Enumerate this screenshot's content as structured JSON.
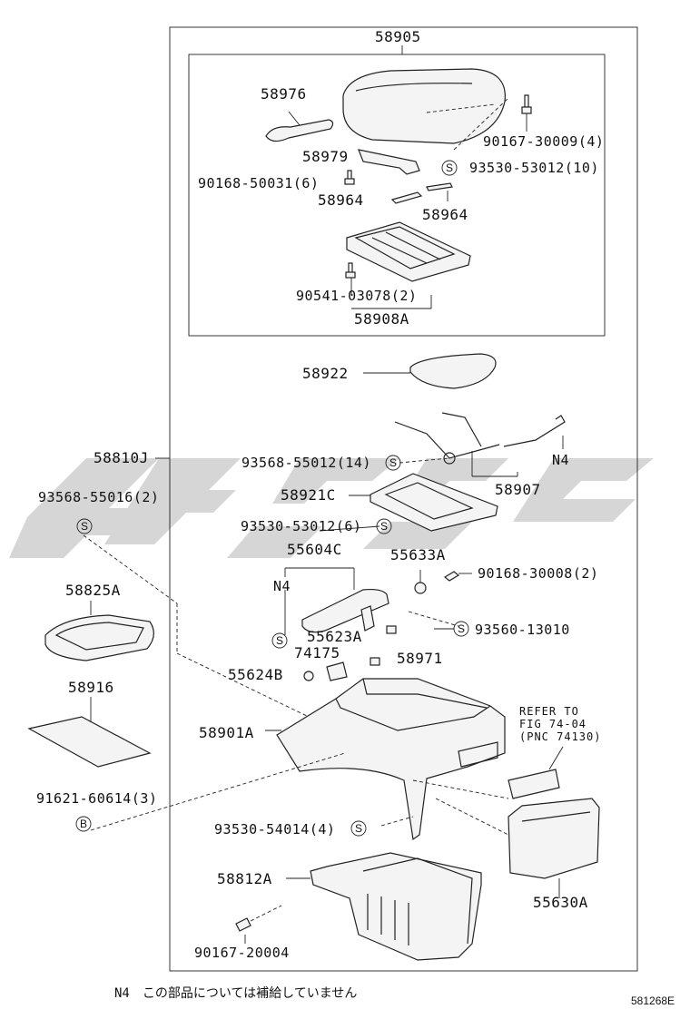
{
  "diagram": {
    "main_labels": {
      "p58905": "58905",
      "p58976": "58976",
      "p58979": "58979",
      "p90167_30009": "90167-30009(4)",
      "p93530_53012_10": "93530-53012(10)",
      "p90168_50031": "90168-50031(6)",
      "p58964_a": "58964",
      "p58964_b": "58964",
      "p90541": "90541-03078(2)",
      "p58908A": "58908A",
      "p58922": "58922",
      "p58810J": "58810J",
      "p93568_55012": "93568-55012(14)",
      "n4_a": "N4",
      "p58907": "58907",
      "p93568_55016": "93568-55016(2)",
      "p58921C": "58921C",
      "p93530_53012_6": "93530-53012(6)",
      "p55604C": "55604C",
      "p55633A": "55633A",
      "p90168_30008": "90168-30008(2)",
      "n4_b": "N4",
      "p58825A": "58825A",
      "p93560": "93560-13010",
      "p55623A": "55623A",
      "p74175": "74175",
      "p58971": "58971",
      "p55624B": "55624B",
      "p58916": "58916",
      "p58901A": "58901A",
      "refer1": "REFER TO",
      "refer2": "FIG 74-04",
      "refer3": "(PNC 74130)",
      "p91621": "91621-60614(3)",
      "p93530_54014": "93530-54014(4)",
      "p58812A": "58812A",
      "p55630A": "55630A",
      "p90167_20004": "90167-20004"
    },
    "symbols": {
      "s": "S",
      "b": "B"
    },
    "footnote": "N4　この部品については補給していません",
    "drawing_code": "581268E",
    "watermark_color": "#c8c8c8"
  }
}
